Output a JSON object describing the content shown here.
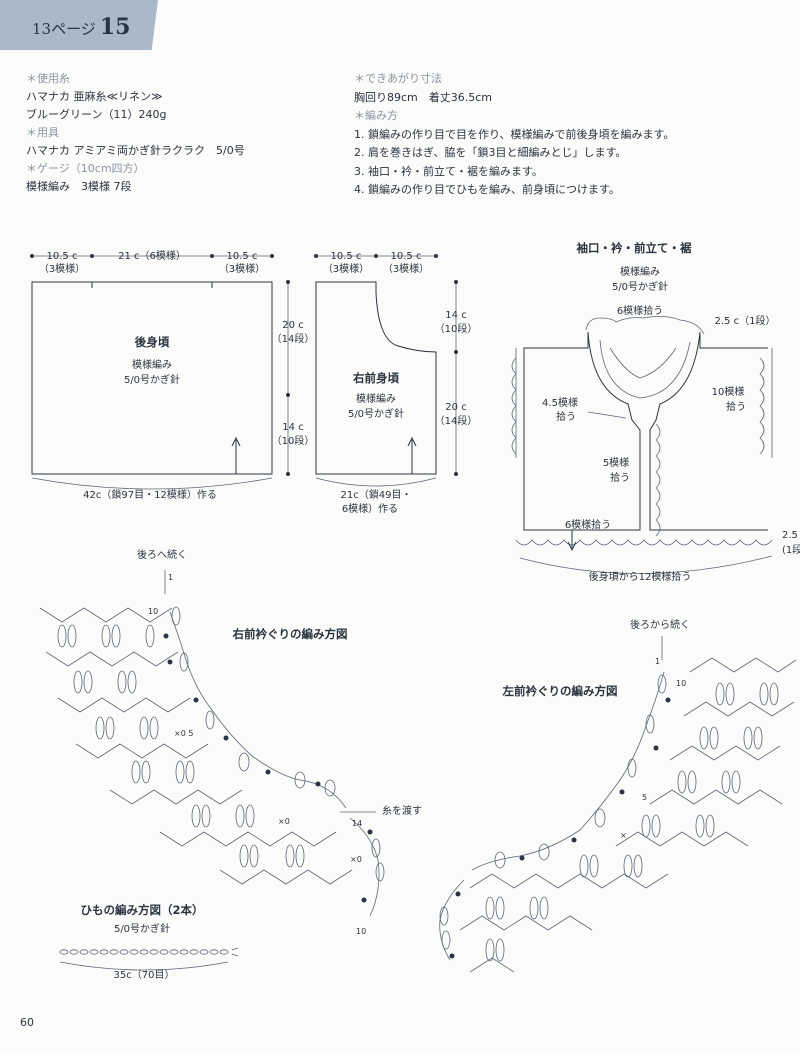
{
  "header": {
    "page_ref": "13ページ",
    "pattern_no": "15"
  },
  "specs": [
    {
      "head": "＊使用糸",
      "lines": [
        "ハマナカ 亜麻糸≪リネン≫",
        "ブルーグリーン（11）240g"
      ]
    },
    {
      "head": "＊用具",
      "lines": [
        "ハマナカ アミアミ両かぎ針ラクラク　5/0号"
      ]
    },
    {
      "head": "＊ゲージ（10cm四方）",
      "lines": [
        "模様編み　3模様 7段"
      ]
    }
  ],
  "finished": {
    "head": "＊できあがり寸法",
    "value": "胸回り89cm　着丈36.5cm"
  },
  "method": {
    "head": "＊編み方",
    "steps": [
      "1. 鎖編みの作り目で目を作り、模様編みで前後身頃を編みます。",
      "2. 肩を巻きはぎ、脇を「鎖3目と細編みとじ」します。",
      "3. 袖口・衿・前立て・裾を編みます。",
      "4. 鎖編みの作り目でひもを編み、前身頃につけます。"
    ]
  },
  "back": {
    "title": "後身頃",
    "pattern": "模様編み",
    "hook": "5/0号かぎ針",
    "top_left": "10.5 c",
    "top_left_sub": "（3模様）",
    "top_mid": "21 c（6模様）",
    "top_right": "10.5 c",
    "top_right_sub": "（3模様）",
    "side_top": "20 c",
    "side_top_sub": "（14段）",
    "side_bot": "14 c",
    "side_bot_sub": "（10段）",
    "bottom": "42c（鎖97目・12模様）作る"
  },
  "front": {
    "title": "右前身頃",
    "pattern": "模様編み",
    "hook": "5/0号かぎ針",
    "top_left": "10.5 c",
    "top_left_sub": "（3模様）",
    "top_right": "10.5 c",
    "top_right_sub": "（3模様）",
    "side_top": "14 c",
    "side_top_sub": "（10段）",
    "side_bot": "20 c",
    "side_bot_sub": "（14段）",
    "bottom1": "21c（鎖49目・",
    "bottom2": "6模様）作る"
  },
  "edging": {
    "title": "袖口・衿・前立て・裾",
    "pattern": "模様編み",
    "hook": "5/0号かぎ針",
    "neck_pick": "6模様拾う",
    "neck_width": "2.5 c（1段）",
    "left_pick1": "4.5模様",
    "left_pick2": "拾う",
    "sleeve1": "10模様",
    "sleeve2": "拾う",
    "front1": "5模様",
    "front2": "拾う",
    "hem_pick": "6模様拾う",
    "back_pick": "後身頃から12模様拾う",
    "edge1": "2.5",
    "edge2": "(1段"
  },
  "right_collar": {
    "title": "右前衿ぐりの編み方図",
    "cont": "後ろへ続く",
    "yarn": "糸を渡す"
  },
  "left_collar": {
    "title": "左前衿ぐりの編み方図",
    "cont": "後ろから続く"
  },
  "tie": {
    "title": "ひもの編み方図（2本）",
    "hook": "5/0号かぎ針",
    "length": "35c（70目）"
  },
  "page_number": "60"
}
